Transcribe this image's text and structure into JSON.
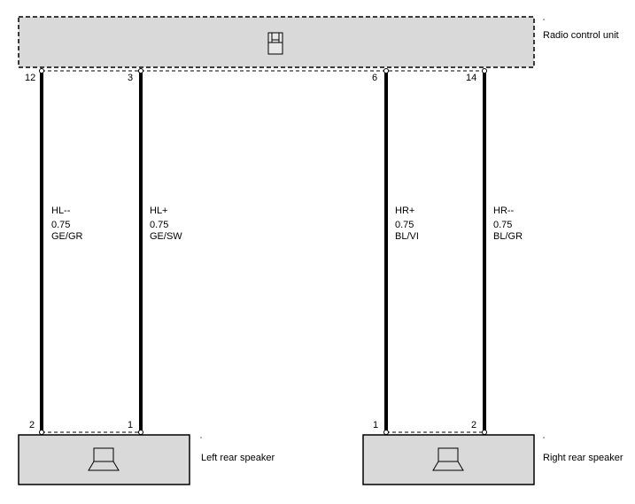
{
  "components": {
    "radio": {
      "label": "Radio control unit"
    },
    "left_speaker": {
      "label": "Left rear speaker"
    },
    "right_speaker": {
      "label": "Right rear speaker"
    }
  },
  "colors": {
    "box_fill": "#d9d9d9",
    "line": "#000000"
  },
  "icons": {
    "radio": "radio-unit-icon",
    "speaker": "speaker-icon"
  },
  "wires": [
    {
      "signal": "HL--",
      "gauge": "0.75",
      "color_code": "GE/GR",
      "from_pin": "12",
      "to_pin": "2"
    },
    {
      "signal": "HL+",
      "gauge": "0.75",
      "color_code": "GE/SW",
      "from_pin": "3",
      "to_pin": "1"
    },
    {
      "signal": "HR+",
      "gauge": "0.75",
      "color_code": "BL/VI",
      "from_pin": "6",
      "to_pin": "1"
    },
    {
      "signal": "HR--",
      "gauge": "0.75",
      "color_code": "BL/GR",
      "from_pin": "14",
      "to_pin": "2"
    }
  ]
}
